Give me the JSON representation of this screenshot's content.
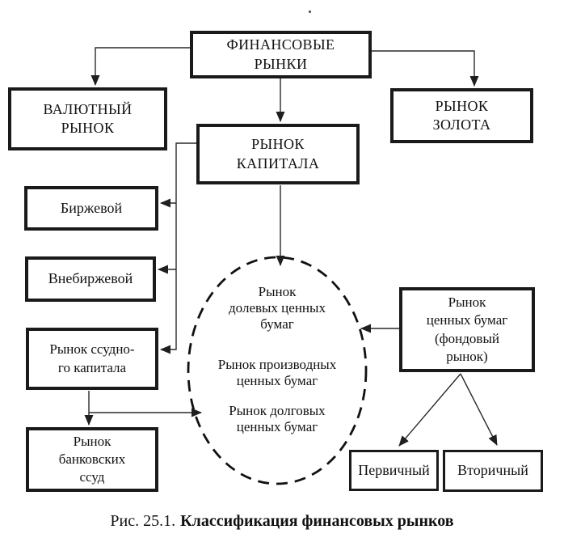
{
  "colors": {
    "background": "#ffffff",
    "box_border": "#1a1a1a",
    "arrow": "#2a2a2a",
    "text": "#111111"
  },
  "diagram": {
    "nodes": {
      "financial_markets": "ФИНАНСОВЫЕ\nРЫНКИ",
      "currency_market": "ВАЛЮТНЫЙ\nРЫНОК",
      "gold_market": "РЫНОК\nЗОЛОТА",
      "capital_market": "РЫНОК\nКАПИТАЛА",
      "exchange_market": "Биржевой",
      "otc_market": "Внебиржевой",
      "loan_capital_market": "Рынок ссудно-\nго капитала",
      "bank_loans_market": "Рынок\nбанковских\nссуд",
      "securities_market": "Рынок\nценных бумаг\n(фондовый\nрынок)",
      "primary_market": "Первичный",
      "secondary_market": "Вторичный"
    },
    "ellipse_items": {
      "equity": "Рынок\nдолевых ценных\nбумаг",
      "derivatives": "Рынок производных\nценных бумаг",
      "debt": "Рынок долговых\nценных бумаг"
    },
    "caption": {
      "figure_label": "Рис. 25.1.",
      "title": "Классификация финансовых рынков"
    }
  }
}
